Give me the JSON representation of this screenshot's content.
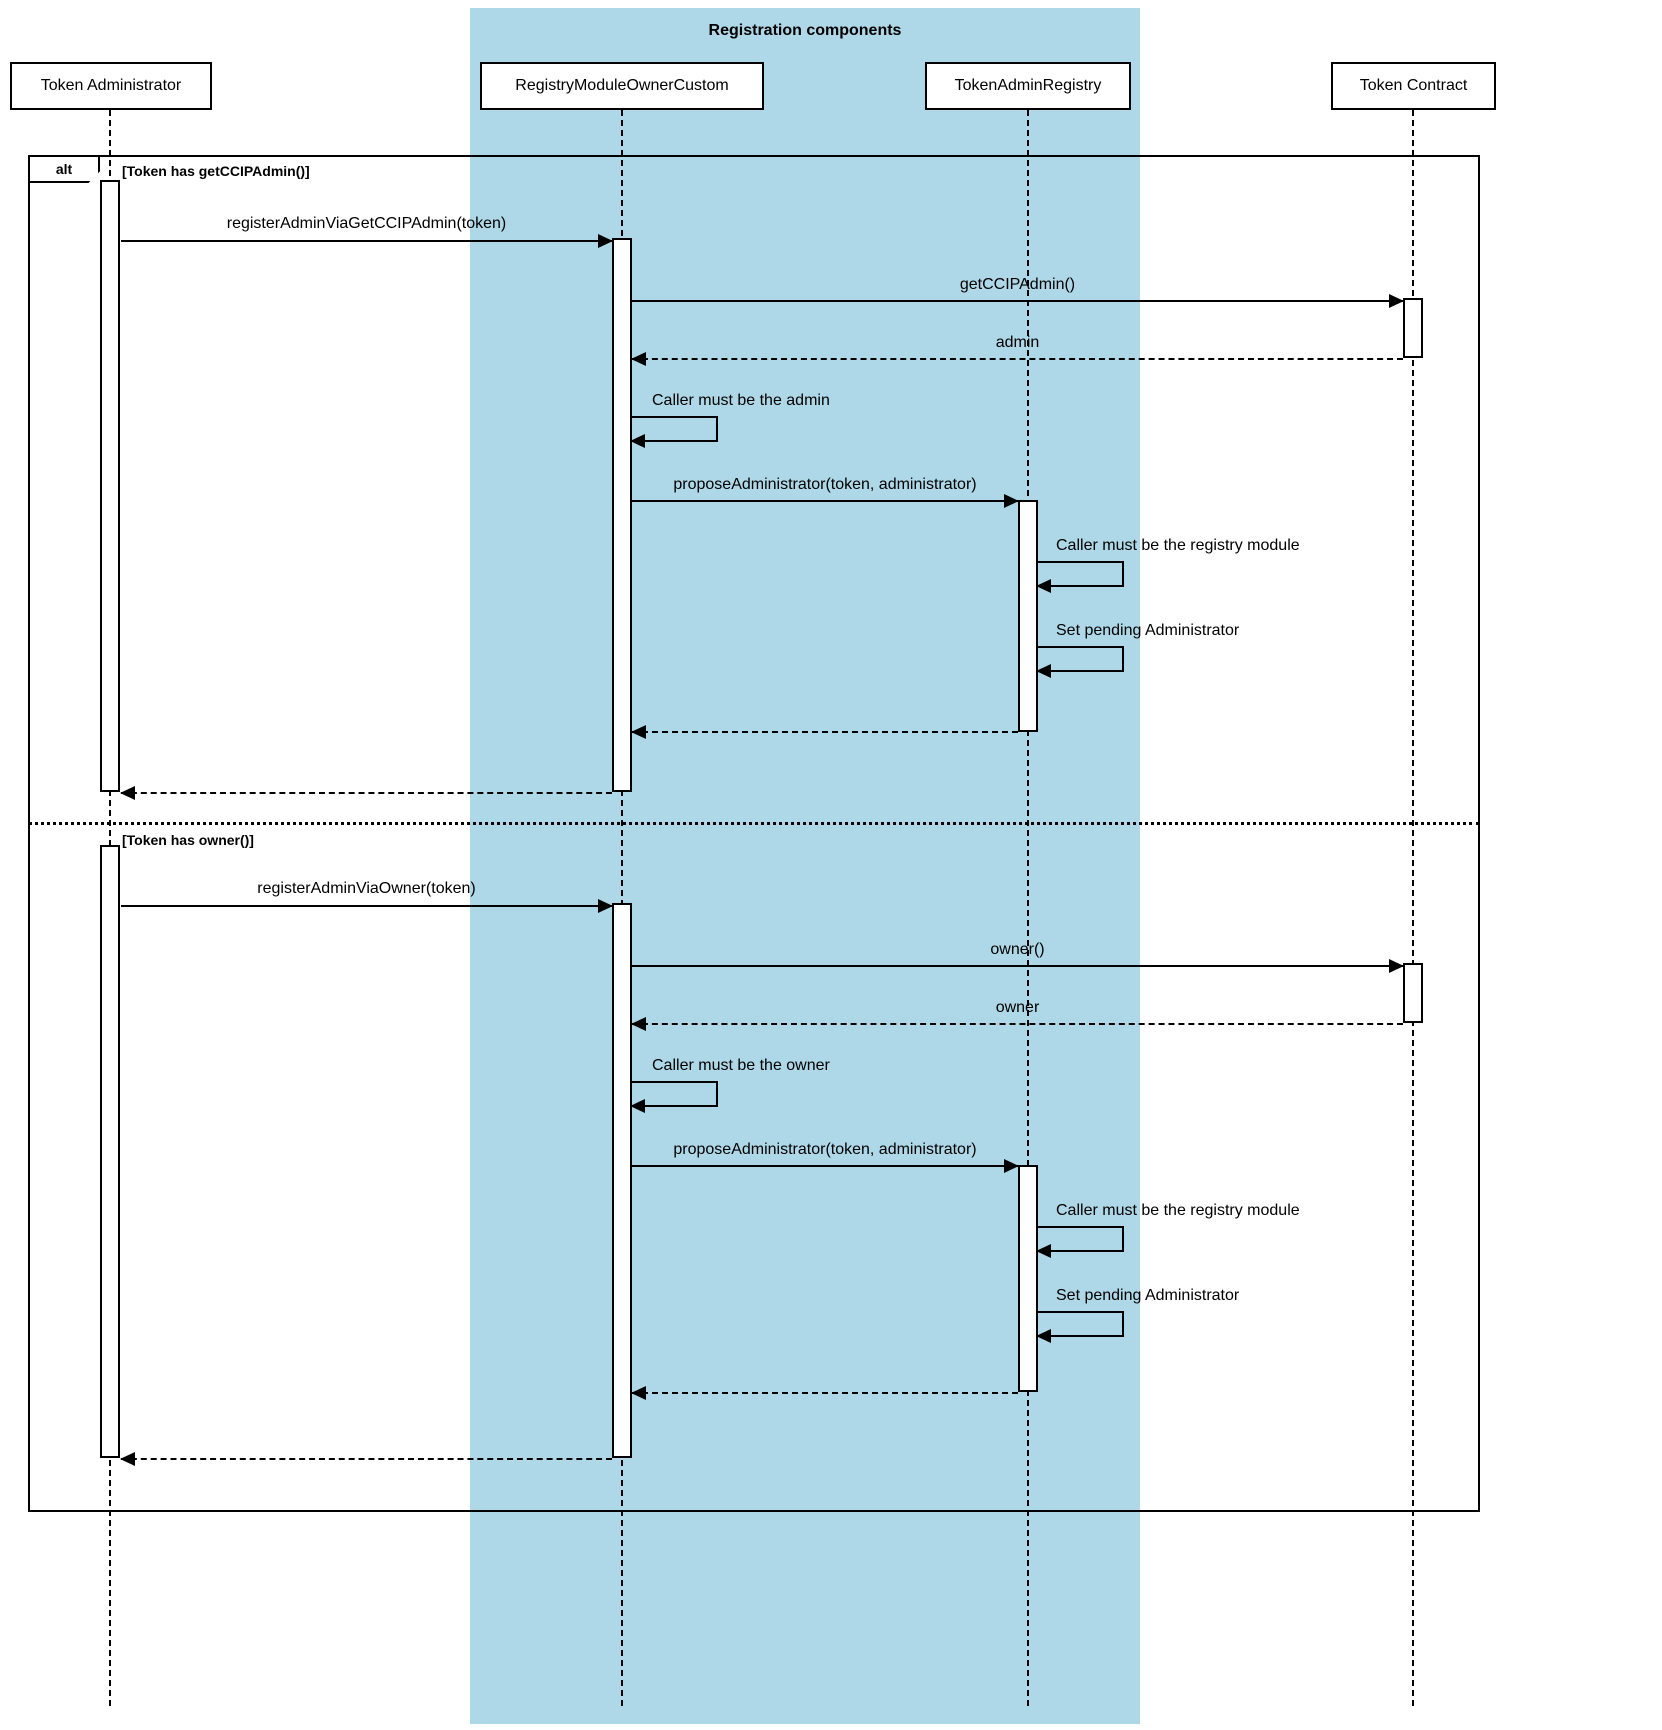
{
  "diagram": {
    "group_title": "Registration components",
    "frame_label": "alt",
    "guards": {
      "getccipadmin": "[Token has getCCIPAdmin()]",
      "owner": "[Token has owner()]"
    },
    "participants": [
      {
        "name": "Token Administrator"
      },
      {
        "name": "RegistryModuleOwnerCustom"
      },
      {
        "name": "TokenAdminRegistry"
      },
      {
        "name": "Token Contract"
      }
    ],
    "messages": {
      "register_via_getccipadmin": "registerAdminViaGetCCIPAdmin(token)",
      "get_ccip_admin": "getCCIPAdmin()",
      "admin_return": "admin",
      "caller_must_be_admin": "Caller must be the admin",
      "propose_administrator": "proposeAdministrator(token, administrator)",
      "caller_must_be_registry_module": "Caller must be the registry module",
      "set_pending_administrator": "Set pending Administrator",
      "register_via_owner": "registerAdminViaOwner(token)",
      "owner_call": "owner()",
      "owner_return": "owner",
      "caller_must_be_owner": "Caller must be the owner"
    },
    "colors": {
      "group_fill": "#aed8e8",
      "line": "#000000",
      "box_fill": "#ffffff"
    }
  }
}
